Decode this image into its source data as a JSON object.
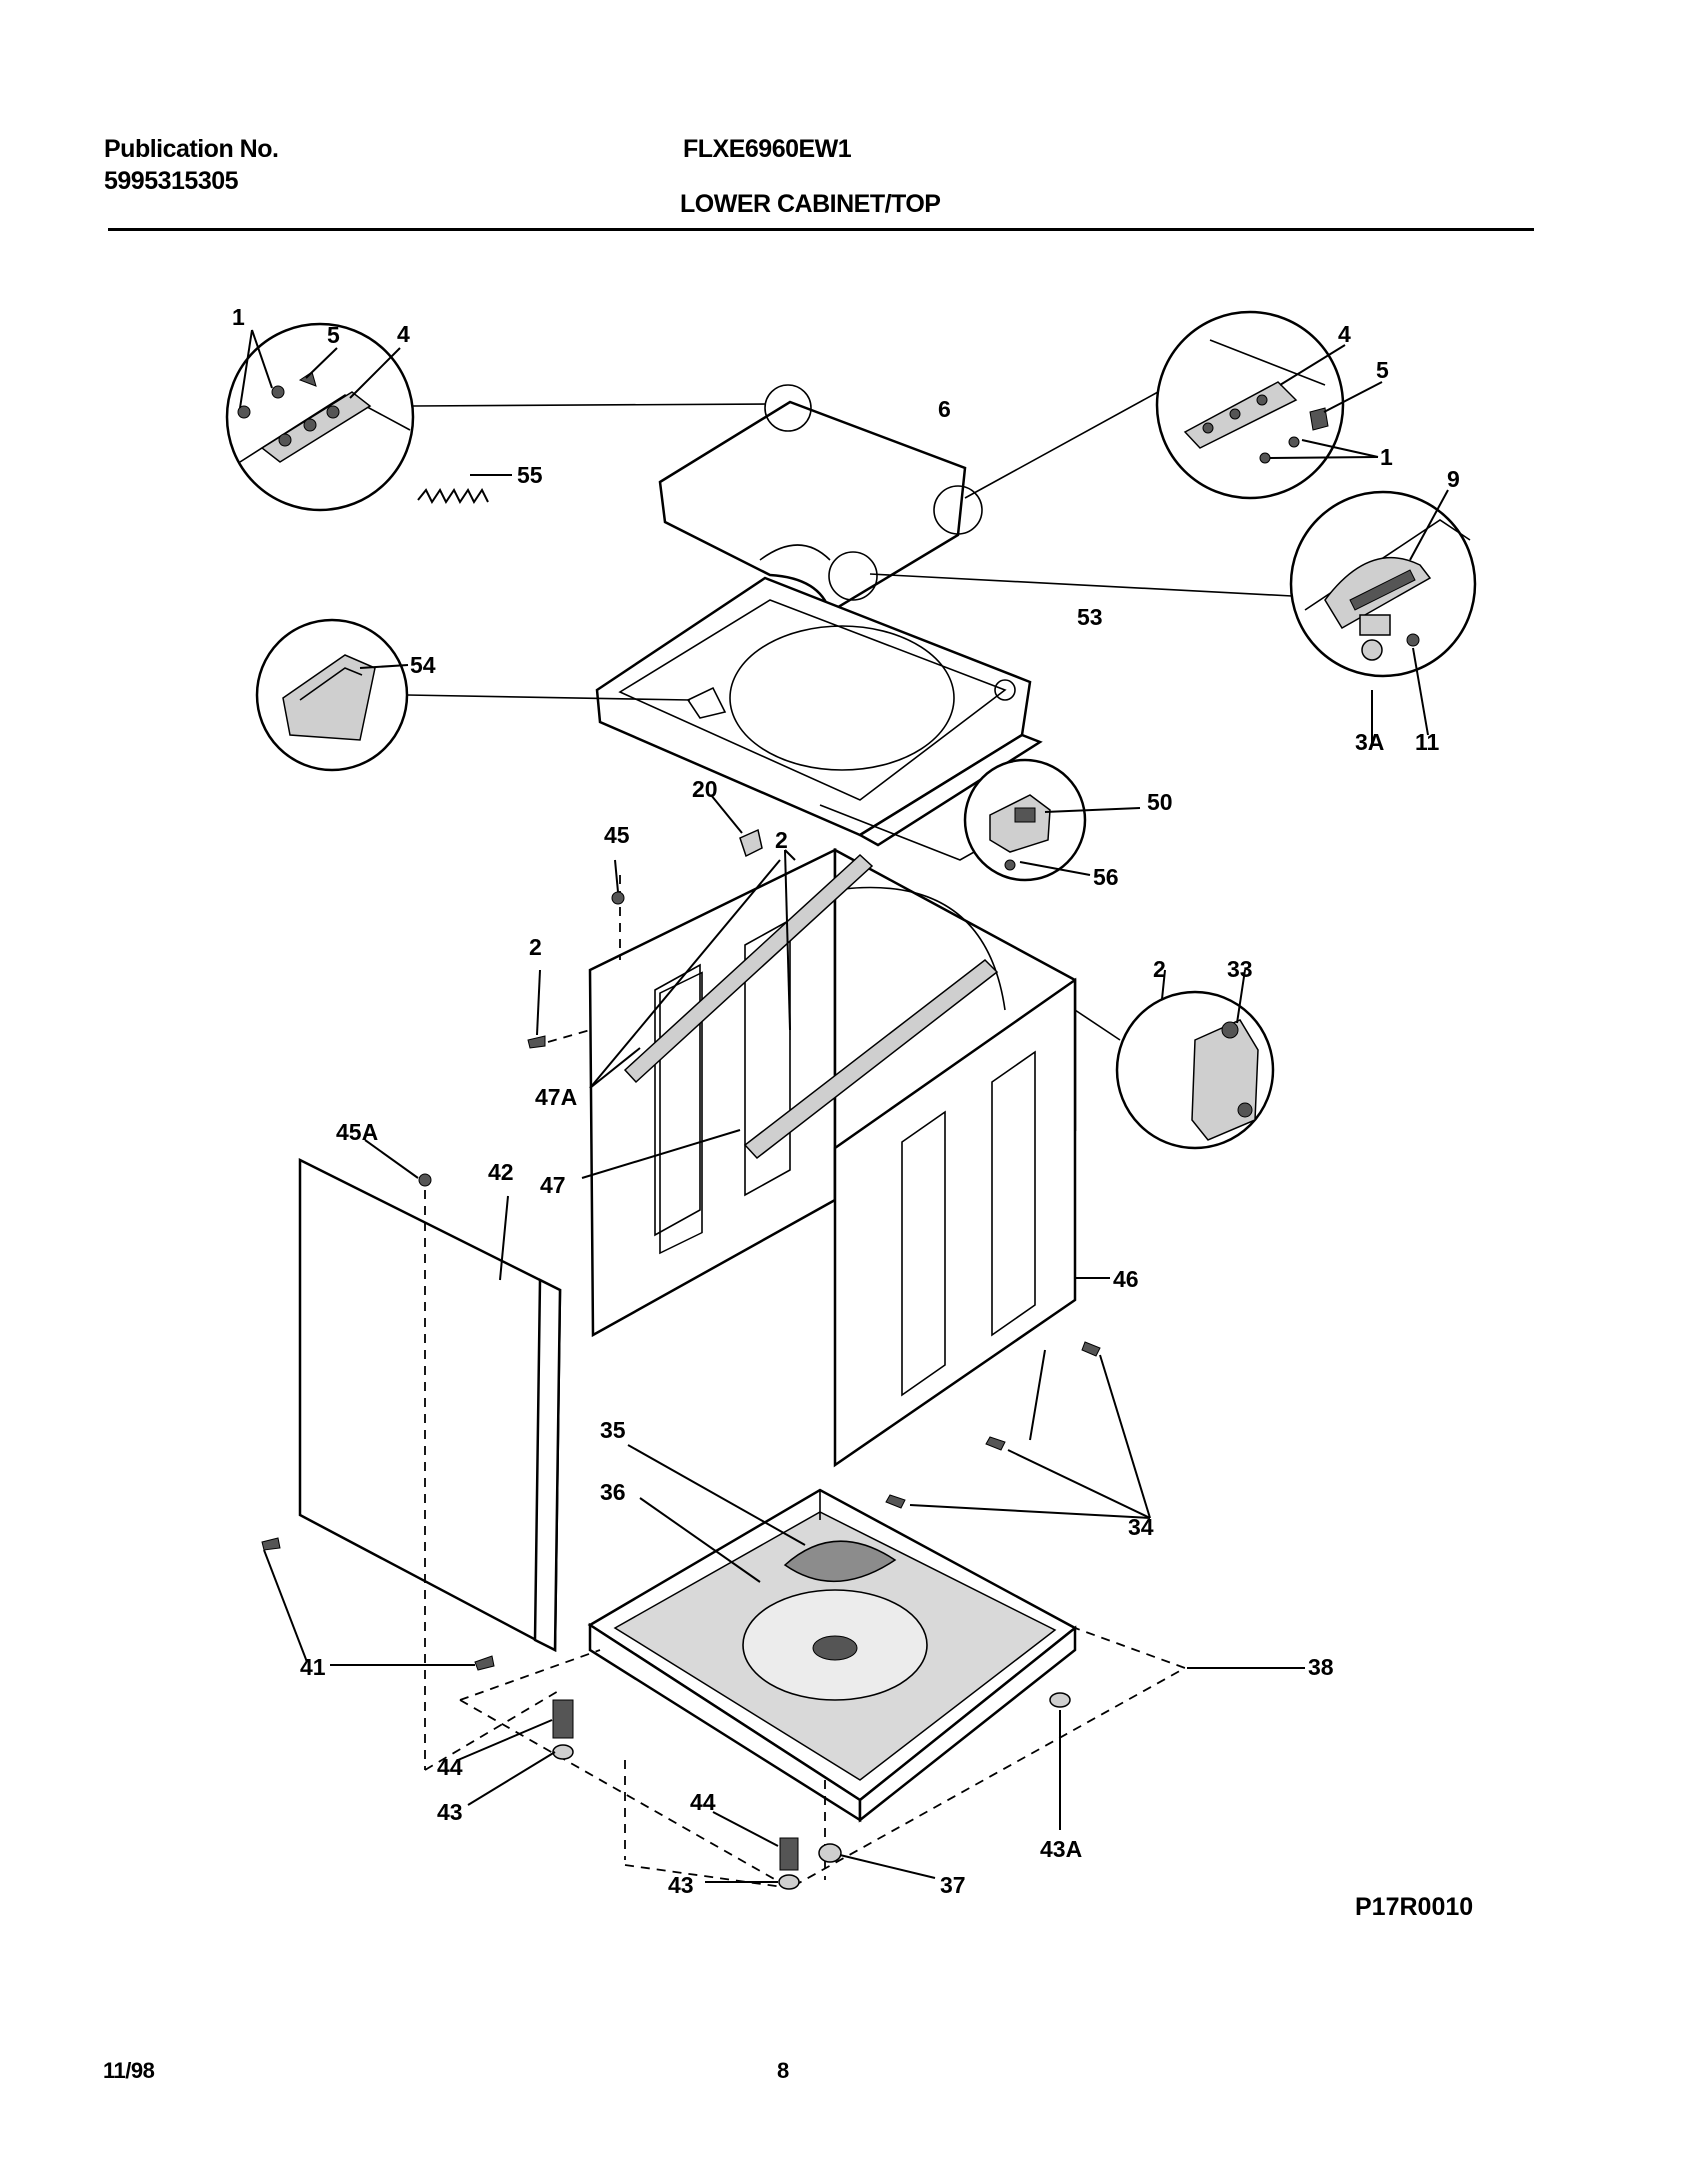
{
  "header": {
    "publication_label": "Publication No.",
    "publication_number": "5995315305",
    "model": "FLXE6960EW1",
    "section_title": "LOWER CABINET/TOP"
  },
  "diagram": {
    "drawing_code": "P17R0010",
    "callouts": [
      "1",
      "5",
      "4",
      "55",
      "6",
      "4",
      "5",
      "1",
      "9",
      "54",
      "53",
      "3A",
      "11",
      "20",
      "50",
      "45",
      "2",
      "56",
      "2",
      "2",
      "33",
      "47A",
      "45A",
      "42",
      "47",
      "46",
      "35",
      "36",
      "34",
      "41",
      "38",
      "44",
      "43",
      "44",
      "43A",
      "43",
      "37"
    ]
  },
  "footer": {
    "date": "11/98",
    "page_number": "8"
  }
}
